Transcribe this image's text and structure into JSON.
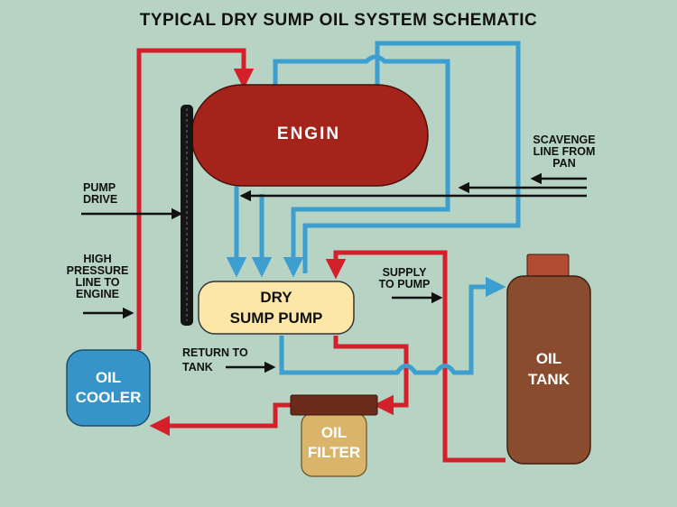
{
  "title": "TYPICAL DRY SUMP OIL SYSTEM SCHEMATIC",
  "components": {
    "engine": "ENGIN",
    "dry_sump_pump": [
      "DRY",
      "SUMP PUMP"
    ],
    "oil_cooler": [
      "OIL",
      "COOLER"
    ],
    "oil_filter": [
      "OIL",
      "FILTER"
    ],
    "oil_tank": [
      "OIL",
      "TANK"
    ]
  },
  "labels": {
    "pump_drive": [
      "PUMP",
      "DRIVE"
    ],
    "high_pressure_line": [
      "HIGH",
      "PRESSURE",
      "LINE TO",
      "ENGINE"
    ],
    "scavenge_line": [
      "SCAVENGE",
      "LINE FROM",
      "PAN"
    ],
    "supply_to_pump": [
      "SUPPLY",
      "TO PUMP"
    ],
    "return_to_tank": [
      "RETURN TO",
      "TANK"
    ]
  },
  "colors": {
    "background": "#b7d3c4",
    "pressure_line": "#d4202a",
    "scavenge_line": "#3d9fcf",
    "engine": "#a4231b",
    "pump": "#fde7a8",
    "cooler": "#3794c8",
    "filter": "#d9b46a",
    "tank": "#8a4c2e"
  }
}
